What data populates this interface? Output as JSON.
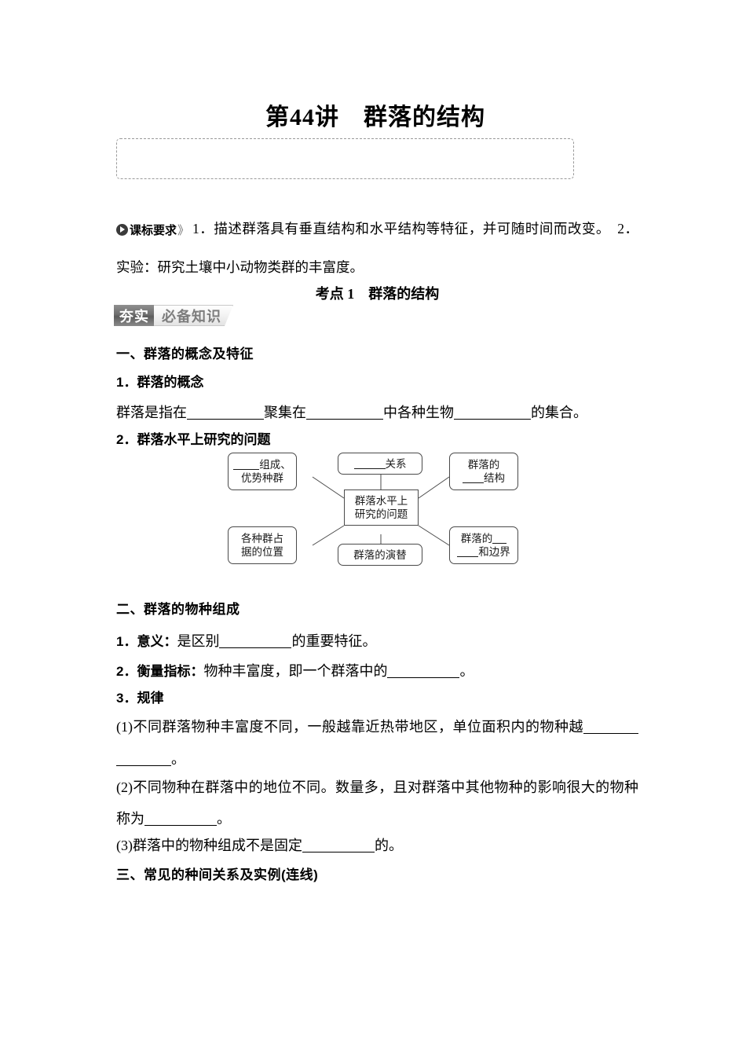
{
  "title": "第44讲　群落的结构",
  "requirements": {
    "label": "课标要求",
    "chevron": "》",
    "text": "1．描述群落具有垂直结构和水平结构等特征，并可随时间而改变。　2．实验：研究土壤中小动物类群的丰富度。"
  },
  "kaodian": "考点 1　群落的结构",
  "banner": {
    "dark": "夯实",
    "light": "必备知识"
  },
  "section_one": {
    "heading": "一、群落的概念及特征",
    "sub1_heading": "1．群落的概念",
    "sub1_text_a": "群落是指在",
    "sub1_text_b": "聚集在",
    "sub1_text_c": "中各种生物",
    "sub1_text_d": "的集合。",
    "sub2_heading": "2．群落水平上研究的问题"
  },
  "diagram": {
    "center_line1": "群落水平上",
    "center_line2": "研究的问题",
    "top_left_line1_suffix": "组成、",
    "top_left_line2": "优势种群",
    "top_mid_suffix": "关系",
    "top_right_line1": "群落的",
    "top_right_line2_suffix": "结构",
    "bottom_left_line1": "各种群占",
    "bottom_left_line2": "据的位置",
    "bottom_mid": "群落的演替",
    "bottom_right_line1": "群落的",
    "bottom_right_line2_suffix": "和边界"
  },
  "section_two": {
    "heading": "二、群落的物种组成",
    "item1_label": "1．意义：",
    "item1_text_a": "是区别",
    "item1_text_b": "的重要特征。",
    "item2_label": "2．衡量指标：",
    "item2_text_a": "物种丰富度，即一个群落中的",
    "item2_text_b": "。",
    "item3_label": "3．规律",
    "p1_a": "(1)不同群落物种丰富度不同，一般越靠近热带地区，单位面积内的物种越",
    "p1_b": "。",
    "p2_a": "(2)不同物种在群落中的地位不同。数量多，且对群落中其他物种的影响很大的物种称为",
    "p2_b": "。",
    "p3_a": "(3)群落中的物种组成不是固定",
    "p3_b": "的。"
  },
  "section_three": {
    "heading": "三、常见的种间关系及实例(连线)"
  }
}
